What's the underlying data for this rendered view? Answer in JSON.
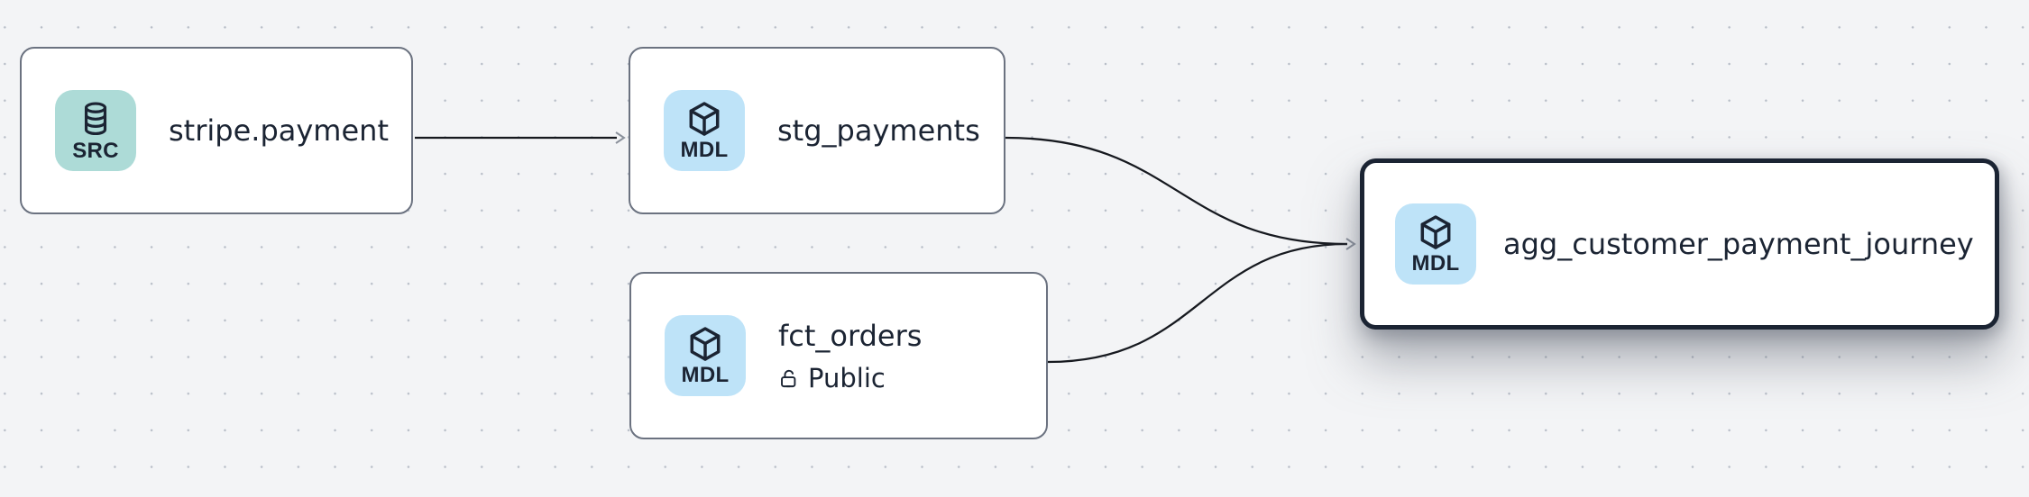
{
  "canvas": {
    "background_color": "#f3f4f6",
    "dot_color": "#b7bdc7"
  },
  "text_color": "#1b2433",
  "node_border_color": "#6b7280",
  "selected_border_color": "#1b2433",
  "nodes": [
    {
      "title": "stripe.payment",
      "badge": "SRC",
      "icon": "database-icon",
      "badge_color": "#addbd7",
      "selected": false
    },
    {
      "title": "stg_payments",
      "badge": "MDL",
      "icon": "cube-icon",
      "badge_color": "#bee3f8",
      "selected": false
    },
    {
      "title": "fct_orders",
      "badge": "MDL",
      "icon": "cube-icon",
      "badge_color": "#bee3f8",
      "access": "Public",
      "access_icon": "lock-open-icon",
      "selected": false
    },
    {
      "title": "agg_customer_payment_journey",
      "badge": "MDL",
      "icon": "cube-icon",
      "badge_color": "#bee3f8",
      "selected": true,
      "border_color": "#1b2433"
    }
  ],
  "edges": {
    "color": "#16191f",
    "arrow_color": "#8b919c",
    "items": [
      {
        "from": "stripe.payment",
        "to": "stg_payments"
      },
      {
        "from": "stg_payments",
        "to": "agg_customer_payment_journey"
      },
      {
        "from": "fct_orders",
        "to": "agg_customer_payment_journey"
      }
    ]
  }
}
